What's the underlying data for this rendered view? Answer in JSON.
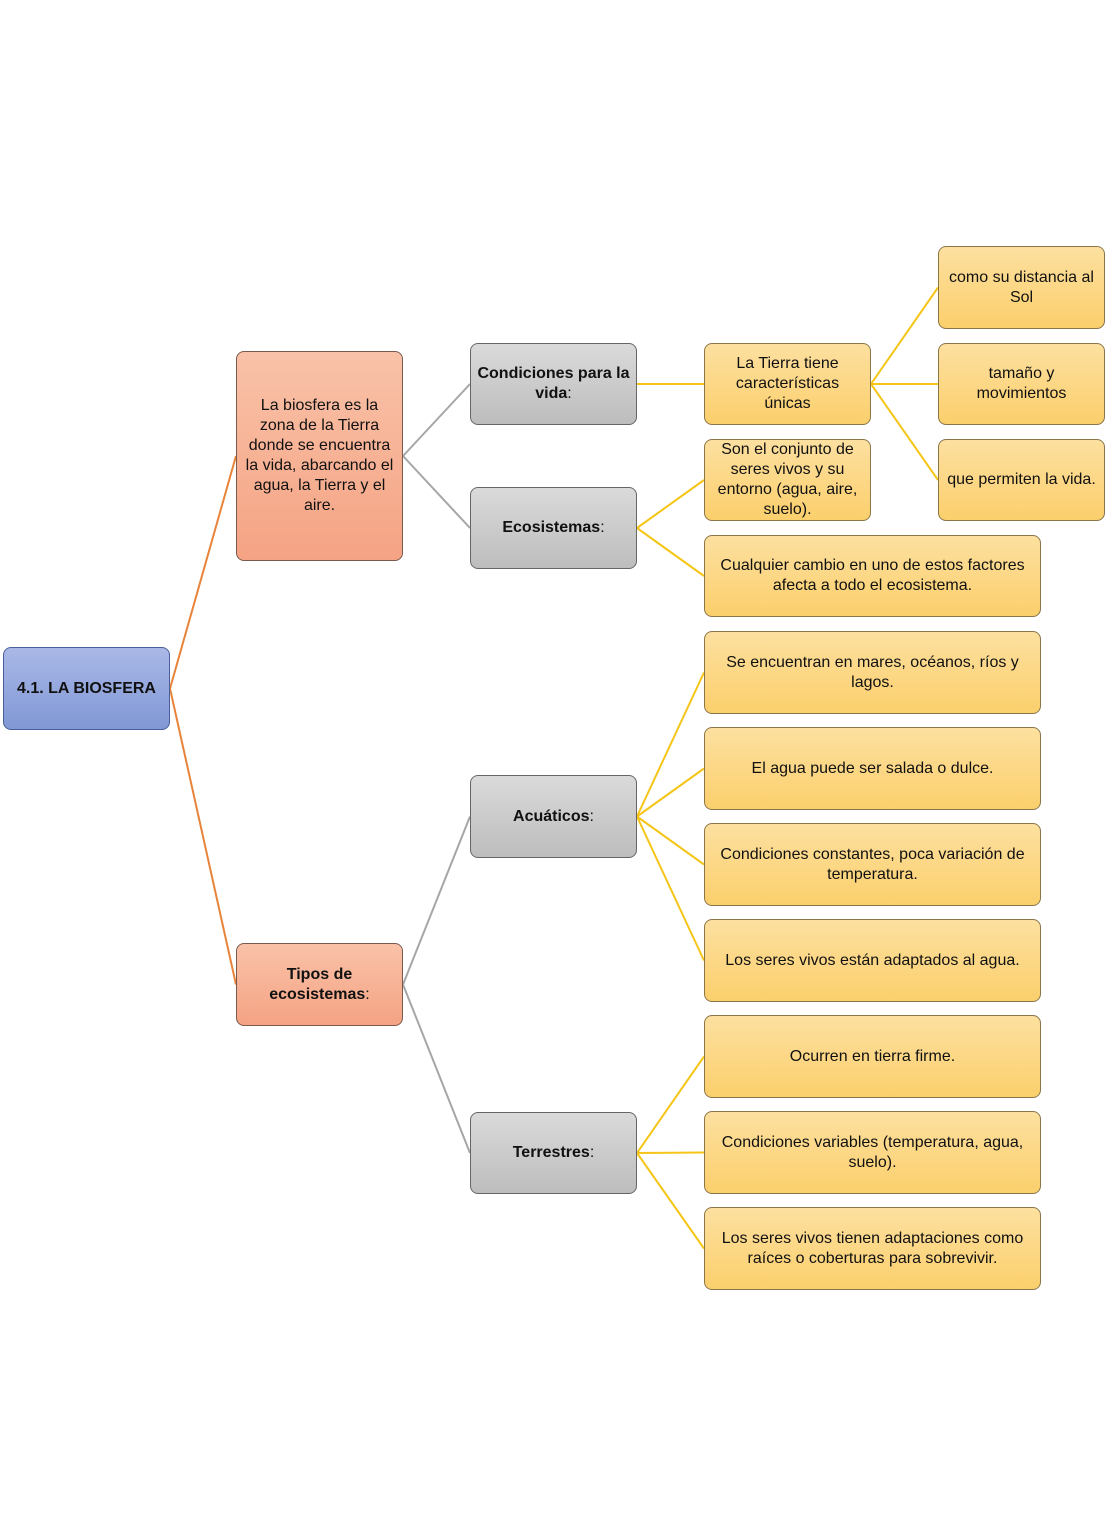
{
  "diagram": {
    "colors": {
      "orange_connector": "#e8833a",
      "gray_connector": "#a6a6a6",
      "yellow_connector": "#f5c518",
      "root_fill": "#8fa4de",
      "level1_fill": "#f7ac8c",
      "level2_fill": "#c9c9c9",
      "leaf_fill": "#fcd882"
    },
    "root": {
      "label": "4.1. LA BIOSFERA"
    },
    "biosfera_def": {
      "label": "La biosfera es la zona de la Tierra donde se encuentra la vida, abarcando el agua, la Tierra y el aire."
    },
    "tipos": {
      "label_bold": "Tipos de ecosistemas",
      "suffix": ":"
    },
    "condiciones": {
      "label_bold": "Condiciones para la vida",
      "suffix": ":"
    },
    "ecosistemas": {
      "label_bold": "Ecosistemas",
      "suffix": ":"
    },
    "acuaticos": {
      "label_bold": "Acuáticos",
      "suffix": ":"
    },
    "terrestres": {
      "label_bold": "Terrestres",
      "suffix": ":"
    },
    "tierra_caracteristicas": {
      "label": "La Tierra tiene características únicas"
    },
    "distancia_sol": {
      "label": "como su distancia al Sol"
    },
    "tamano": {
      "label": "tamaño y movimientos"
    },
    "permiten_vida": {
      "label": "que permiten la vida."
    },
    "conjunto": {
      "label": "Son el conjunto de seres vivos y su entorno (agua, aire, suelo)."
    },
    "cambio": {
      "label": "Cualquier cambio en uno de estos factores afecta a todo el ecosistema."
    },
    "acuaticos_items": [
      "Se encuentran en mares, océanos, ríos y lagos.",
      "El agua puede ser salada o dulce.",
      "Condiciones constantes, poca variación de temperatura.",
      "Los seres vivos están adaptados al agua."
    ],
    "terrestres_items": [
      "Ocurren en tierra firme.",
      "Condiciones variables (temperatura, agua, suelo).",
      "Los seres vivos tienen adaptaciones como raíces o coberturas para sobrevivir."
    ]
  }
}
